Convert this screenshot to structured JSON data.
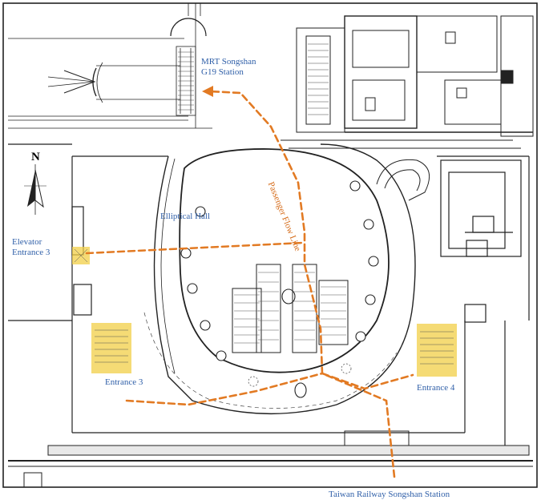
{
  "colors": {
    "flow_line": "#e27a23",
    "labels": "#2f5fa8",
    "highlight": "#f2cf47",
    "walls": "#1a1a1a"
  },
  "labels": {
    "mrt_station_line1": "MRT Songshan",
    "mrt_station_line2": "G19 Station",
    "passenger_flow_line": "Passenger Flow Line",
    "elliptical_hall": "Elliptical Hall",
    "elevator_line1": "Elevator",
    "elevator_line2": "Entrance 3",
    "entrance_3": "Entrance 3",
    "entrance_4": "Entrance 4",
    "taiwan_railway": "Taiwan Railway Songshan Station",
    "north": "N"
  },
  "icons": {
    "north_arrow": "north-arrow-icon"
  }
}
